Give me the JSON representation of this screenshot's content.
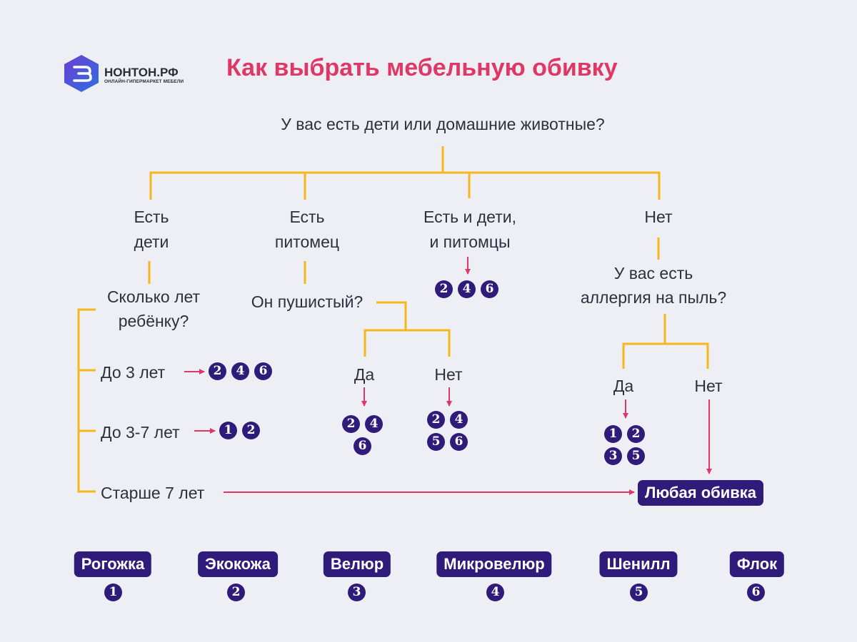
{
  "brand": {
    "name": "НОНТОН.РФ",
    "tagline": "ОНЛАЙН-ГИПЕРМАРКЕТ МЕБЕЛИ"
  },
  "title": "Как выбрать мебельную обивку",
  "question_main": "У вас есть дети или домашние животные?",
  "branches": {
    "children": {
      "line1": "Есть",
      "line2": "дети",
      "question_line1": "Сколько лет",
      "question_line2": "ребёнку?"
    },
    "pet": {
      "line1": "Есть",
      "line2": "питомец",
      "question": "Он пушистый?"
    },
    "both": {
      "line1": "Есть и дети,",
      "line2": "и питомцы"
    },
    "none": {
      "label": "Нет",
      "question_line1": "У вас есть",
      "question_line2": "аллергия на пыль?"
    }
  },
  "age_options": {
    "under3": "До 3 лет",
    "age3_7": "До 3-7 лет",
    "over7": "Старше 7 лет"
  },
  "pet_options": {
    "yes": "Да",
    "no": "Нет"
  },
  "allergy_options": {
    "yes": "Да",
    "no": "Нет"
  },
  "any_upholstery": "Любая обивка",
  "numbers": {
    "n1": "1",
    "n2": "2",
    "n3": "3",
    "n4": "4",
    "n5": "5",
    "n6": "6"
  },
  "fabrics": [
    {
      "name": "Рогожка",
      "number": "1"
    },
    {
      "name": "Экокожа",
      "number": "2"
    },
    {
      "name": "Велюр",
      "number": "3"
    },
    {
      "name": "Микровелюр",
      "number": "4"
    },
    {
      "name": "Шенилл",
      "number": "5"
    },
    {
      "name": "Флок",
      "number": "6"
    }
  ],
  "colors": {
    "connector": "#f5b71c",
    "arrow": "#e03866",
    "badge": "#2f1b7a",
    "title": "#e03866",
    "background": "#eeeff4"
  }
}
